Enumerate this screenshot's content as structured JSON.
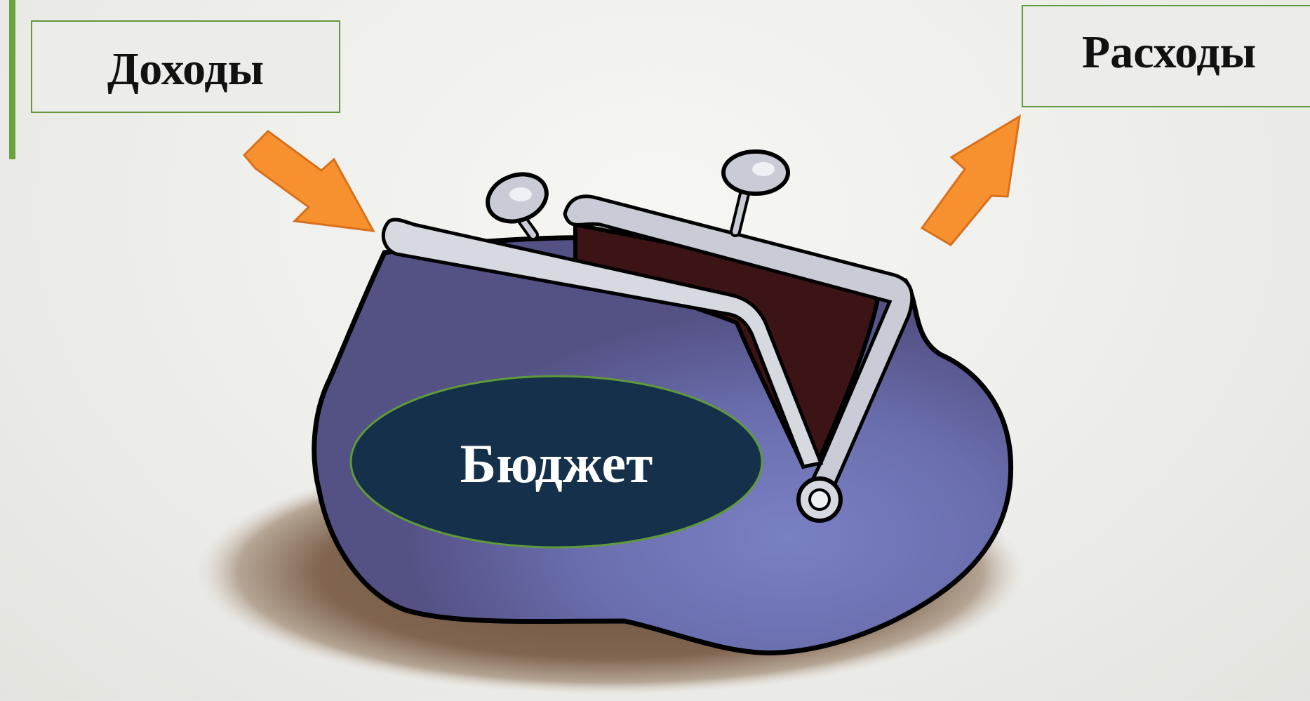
{
  "income": {
    "label": "Доходы"
  },
  "expenses": {
    "label": "Расходы"
  },
  "budget": {
    "label": "Бюджет"
  },
  "colors": {
    "accent_green": "#6aa33d",
    "arrow_orange": "#f7902f",
    "purse_body": "#545184",
    "purse_lining": "#3d1416",
    "budget_ellipse": "#14304a"
  },
  "icons": [
    "purse-illustration",
    "arrow-in-icon",
    "arrow-out-icon"
  ]
}
